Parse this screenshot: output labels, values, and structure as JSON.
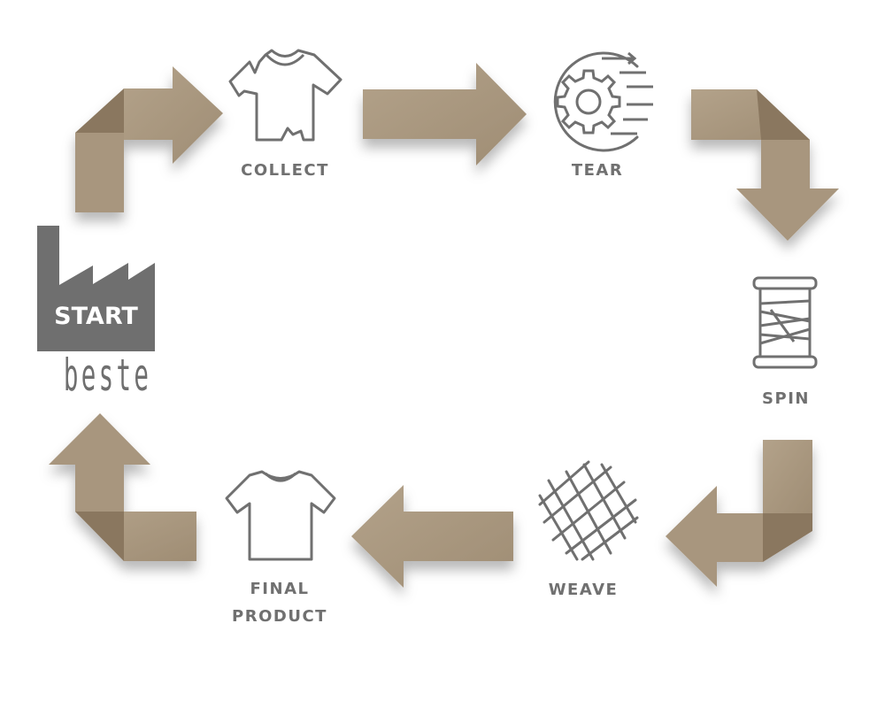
{
  "diagram": {
    "start_label": "START",
    "brand": "beste",
    "steps": [
      {
        "label": "COLLECT",
        "icon": "torn-tshirt-icon"
      },
      {
        "label": "TEAR",
        "icon": "gear-motion-icon"
      },
      {
        "label": "SPIN",
        "icon": "thread-spool-icon"
      },
      {
        "label": "WEAVE",
        "icon": "woven-mesh-icon"
      },
      {
        "label": "FINAL",
        "label2": "PRODUCT",
        "icon": "tshirt-icon"
      }
    ],
    "colors": {
      "arrow": "#a9977f",
      "arrow_dark": "#8c7a63",
      "icon": "#707070",
      "factory": "#6f6f6f"
    }
  }
}
